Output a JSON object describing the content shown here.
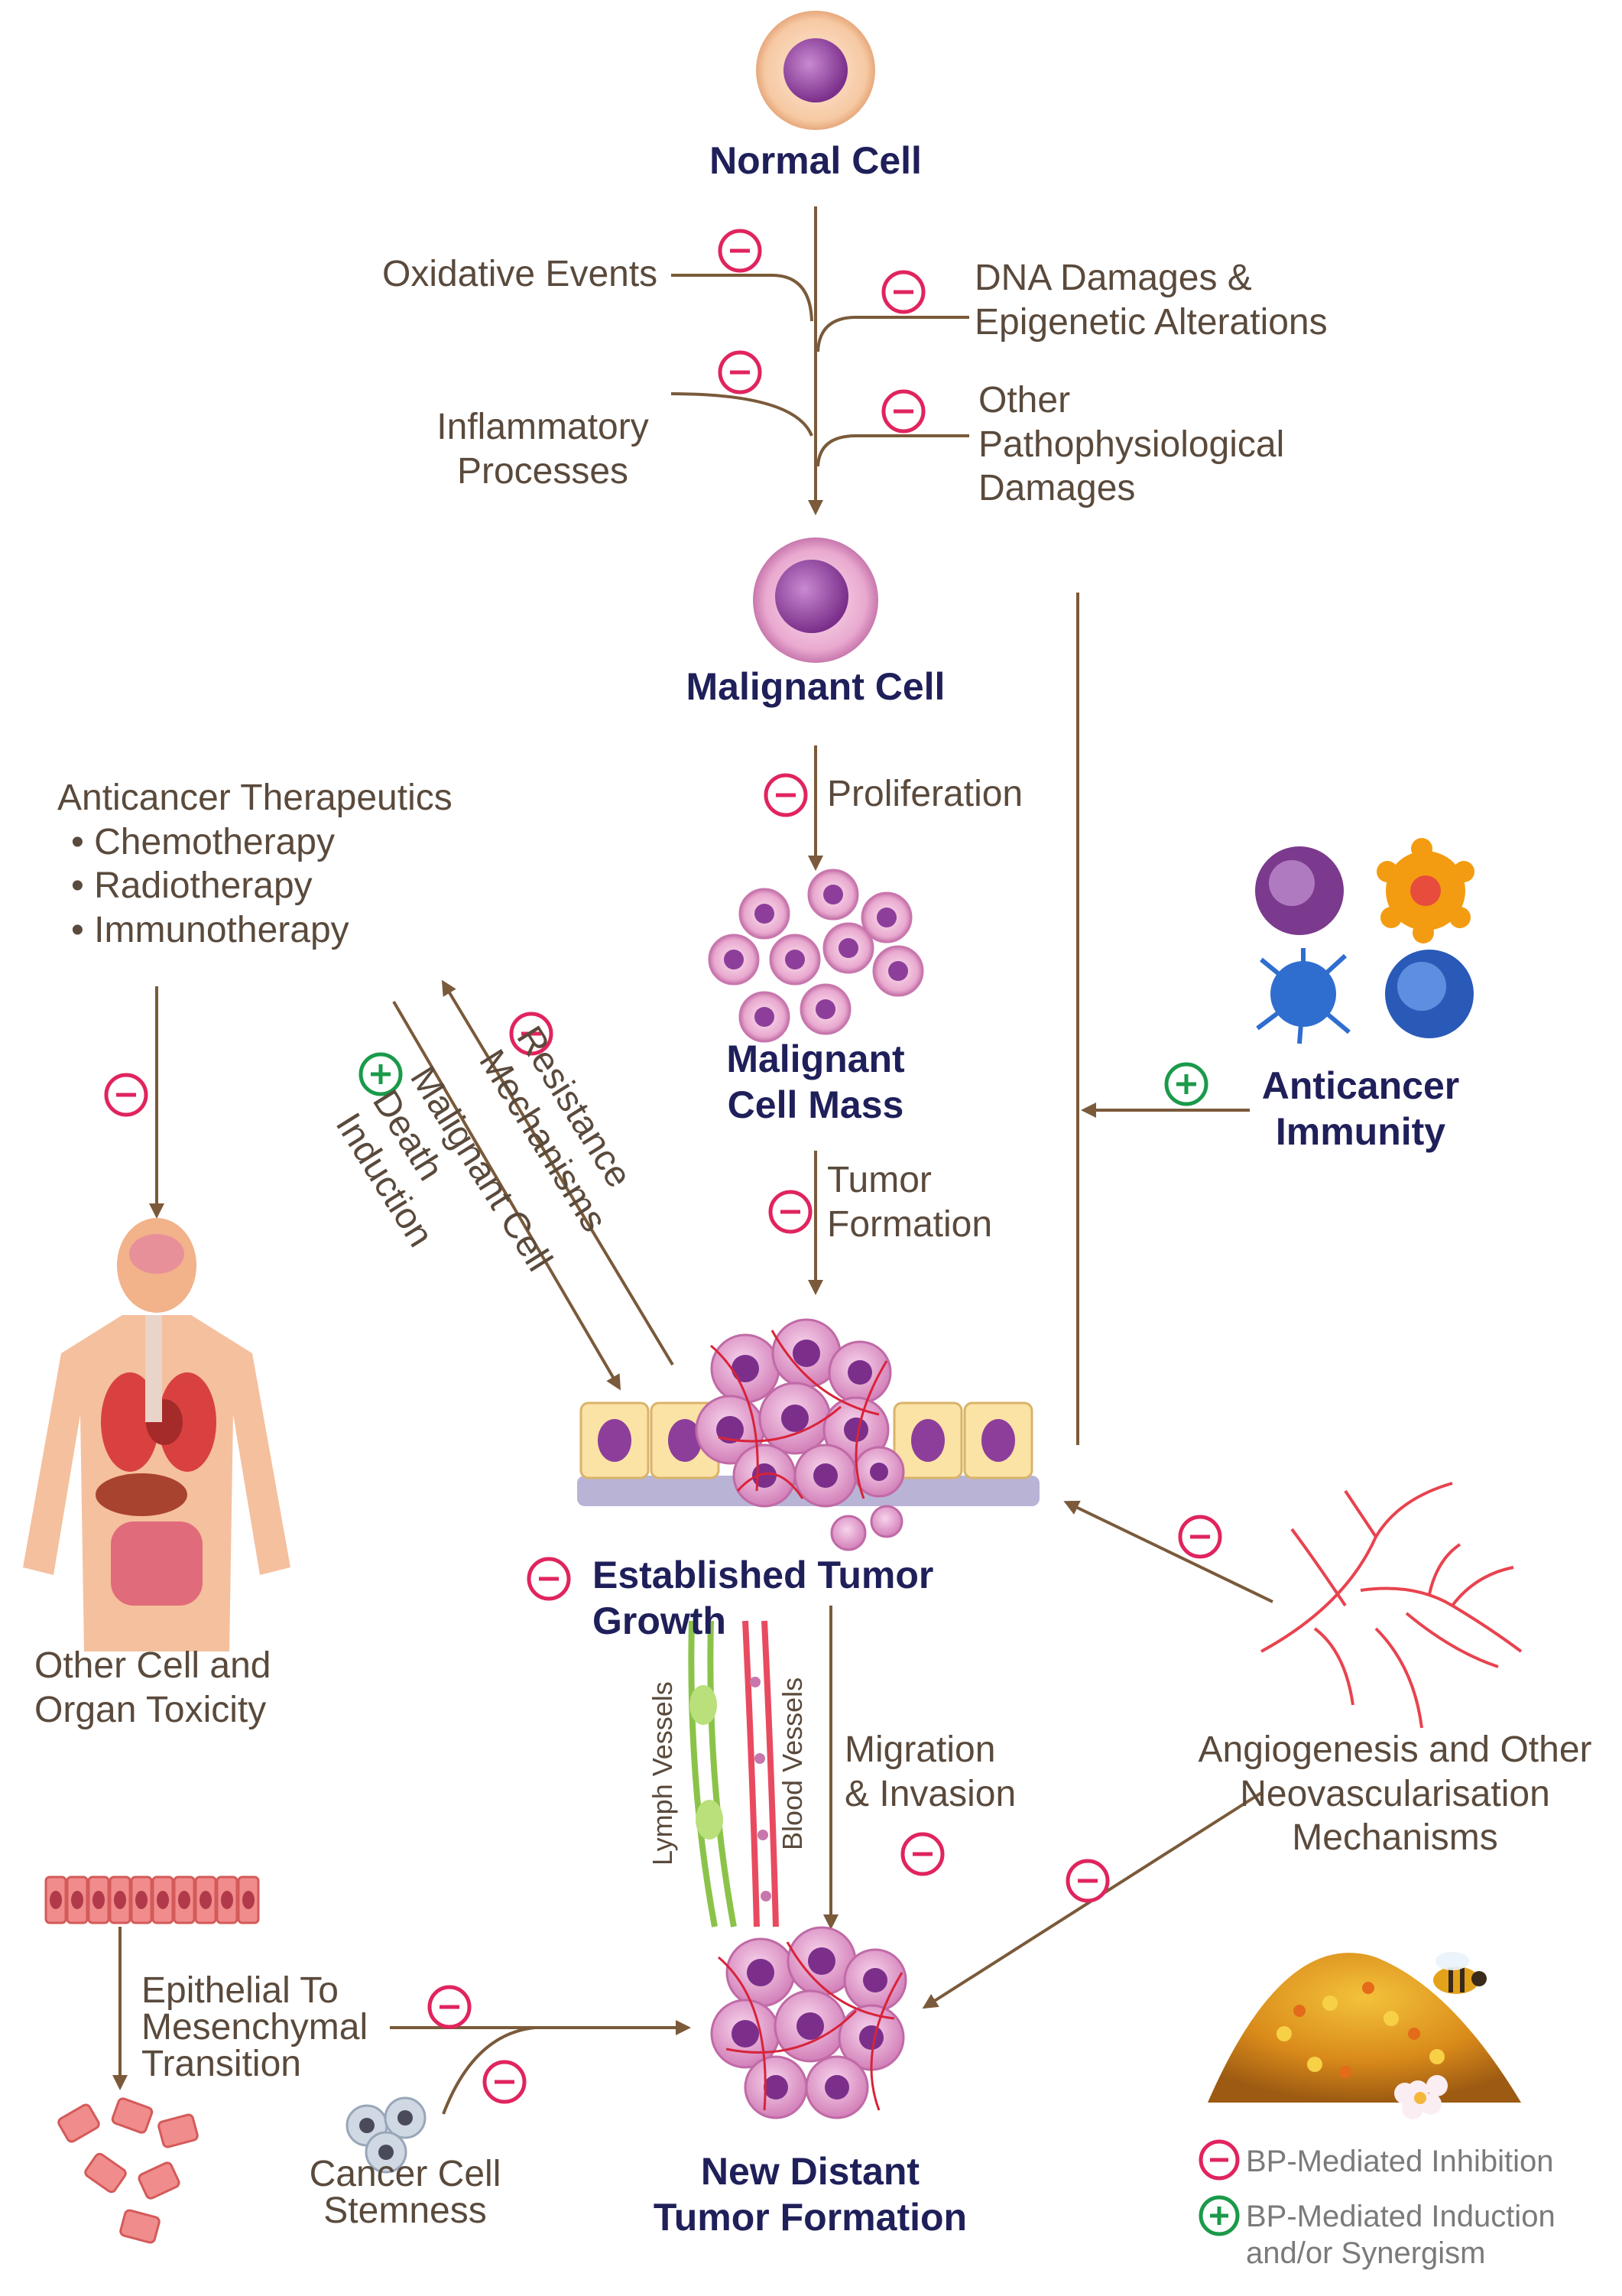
{
  "colors": {
    "arrow": "#7a5a3a",
    "inhibit": "#e0245e",
    "induce": "#1a9a4a",
    "heading": "#1f1f5a",
    "text": "#5a4a3c"
  },
  "stages": {
    "normal_cell": "Normal Cell",
    "malignant_cell": "Malignant Cell",
    "malignant_cell_mass": "Malignant\nCell Mass",
    "established_tumor_growth": "Established Tumor Growth",
    "new_distant_tumor": "New Distant\nTumor Formation",
    "anticancer_immunity": "Anticancer\nImmunity"
  },
  "factors": {
    "oxidative": "Oxidative Events",
    "dna": "DNA Damages &\nEpigenetic Alterations",
    "inflammatory": "Inflammatory\nProcesses",
    "other_damage": "Other\nPathophysiological\nDamages",
    "proliferation": "Proliferation",
    "tumor_formation": "Tumor\nFormation",
    "migration": "Migration\n& Invasion",
    "angiogenesis": "Angiogenesis and Other\nNeovascularisation\nMechanisms",
    "emt": "Epithelial To\nMesenchymal\nTransition",
    "stemness": "Cancer Cell\nStemness",
    "toxicity": "Other Cell and\nOrgan Toxicity",
    "resistance": "Resistance\nMechanisms",
    "death_induction": "Malignant Cell\nDeath Induction",
    "lymph_vessels": "Lymph Vessels",
    "blood_vessels": "Blood Vessels"
  },
  "therapeutics": {
    "title": "Anticancer Therapeutics",
    "items": [
      "Chemotherapy",
      "Radiotherapy",
      "Immunotherapy"
    ]
  },
  "legend": {
    "inhibition": "BP-Mediated Inhibition",
    "induction": "BP-Mediated Induction\nand/or Synergism"
  }
}
